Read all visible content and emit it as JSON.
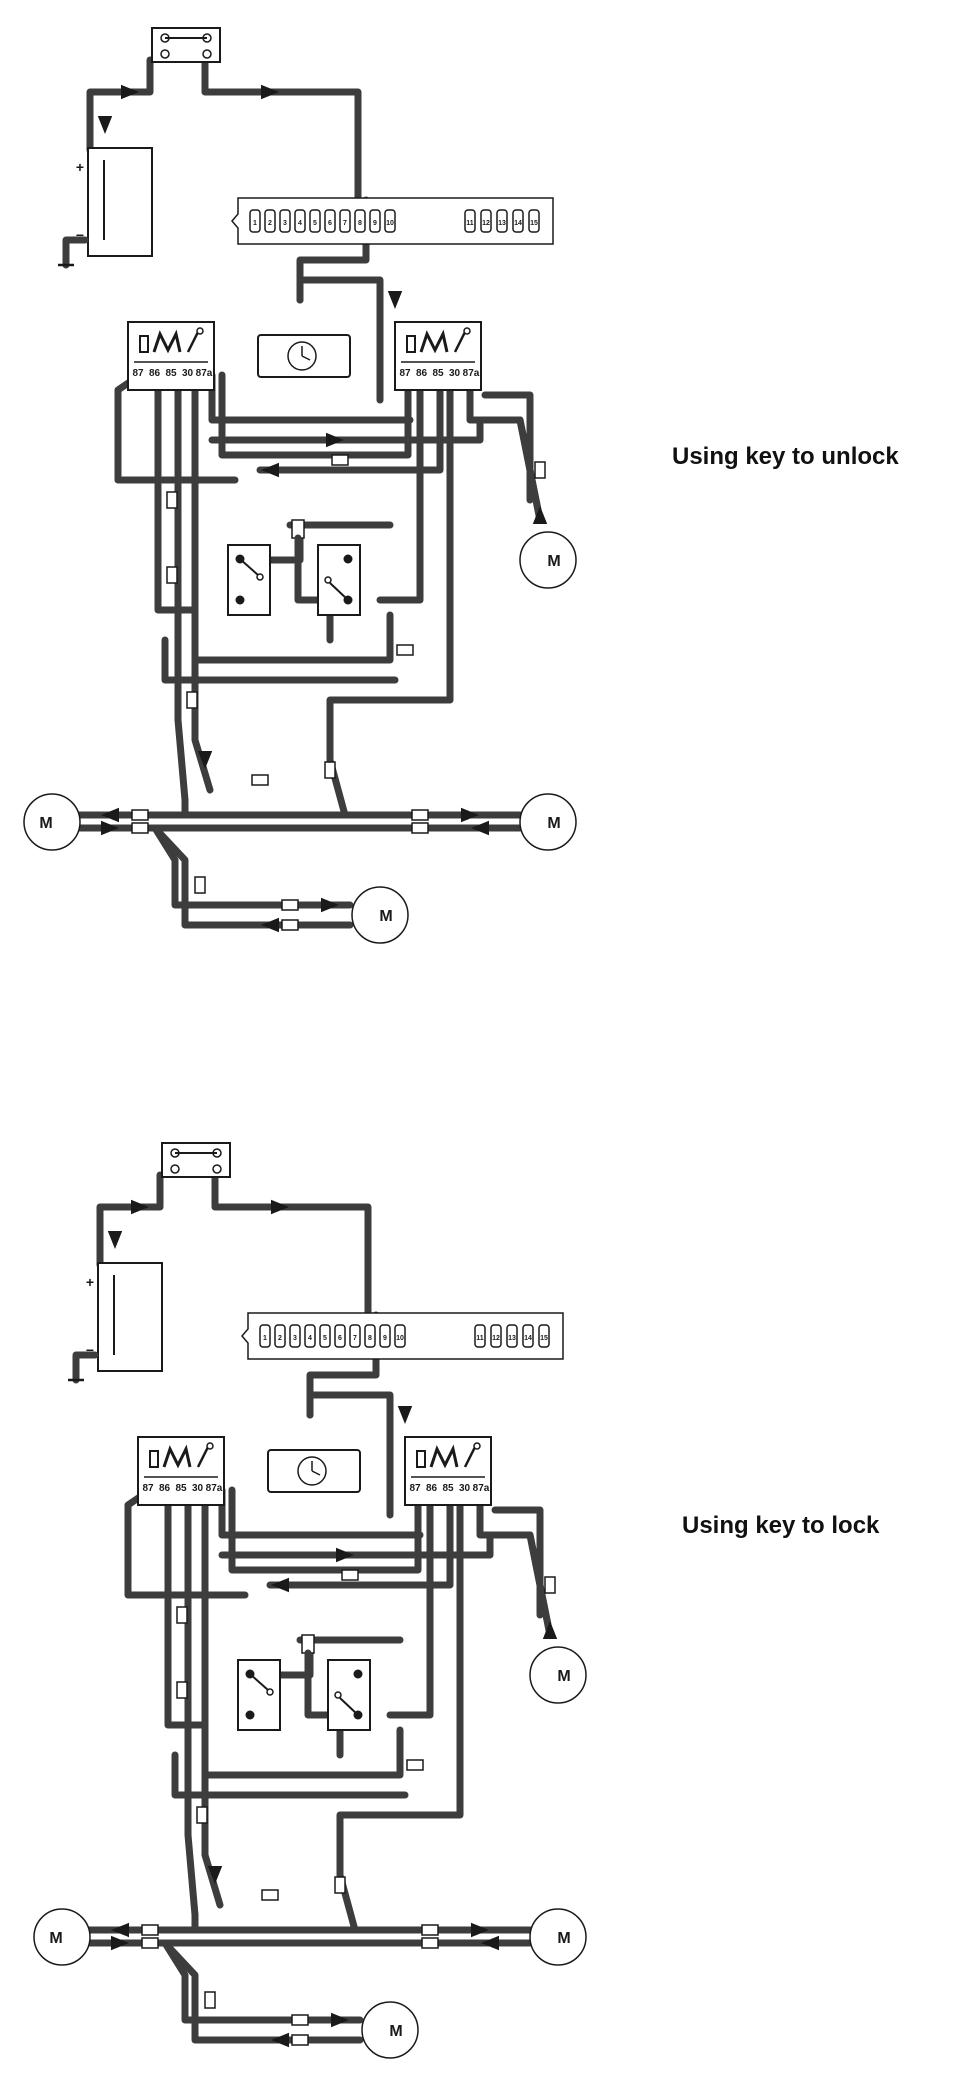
{
  "panels": [
    {
      "caption": "Using key to unlock",
      "relay_terminals": [
        "87",
        "86",
        "85",
        "30",
        "87a"
      ],
      "fuses_left": [
        "1",
        "2",
        "3",
        "4",
        "5",
        "6",
        "7",
        "8",
        "9",
        "10"
      ],
      "fuses_right": [
        "11",
        "12",
        "13",
        "14",
        "15"
      ],
      "motor_label": "M"
    },
    {
      "caption": "Using key to lock",
      "relay_terminals": [
        "87",
        "86",
        "85",
        "30",
        "87a"
      ],
      "fuses_left": [
        "1",
        "2",
        "3",
        "4",
        "5",
        "6",
        "7",
        "8",
        "9",
        "10"
      ],
      "fuses_right": [
        "11",
        "12",
        "13",
        "14",
        "15"
      ],
      "motor_label": "M"
    }
  ],
  "colors": {
    "wire": "#3d3d3d",
    "line": "#1a1a1a",
    "background": "#ffffff"
  },
  "icons": [
    "ignition-switch-icon",
    "battery-icon",
    "ground-icon",
    "fuse-box-icon",
    "clock-icon",
    "relay-icon",
    "door-lock-switch-icon",
    "motor-icon",
    "arrow-icon"
  ]
}
